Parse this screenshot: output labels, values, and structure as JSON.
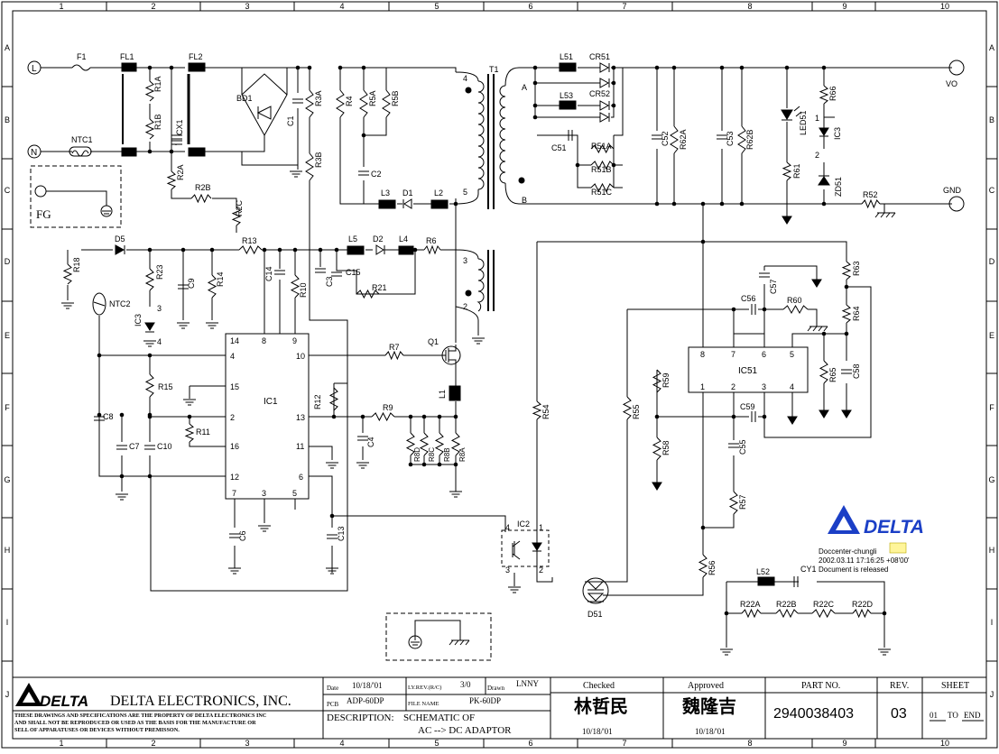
{
  "border": {
    "columns": [
      "1",
      "2",
      "3",
      "4",
      "5",
      "6",
      "7",
      "8",
      "9",
      "10"
    ],
    "rows": [
      "A",
      "B",
      "C",
      "D",
      "E",
      "F",
      "G",
      "H",
      "I",
      "J"
    ]
  },
  "components": [
    {
      "id": "l-terminal",
      "text": "L"
    },
    {
      "id": "n-terminal",
      "text": "N"
    },
    {
      "id": "fg-label",
      "text": "FG"
    },
    {
      "id": "f1",
      "text": "F1"
    },
    {
      "id": "fl1",
      "text": "FL1"
    },
    {
      "id": "fl2",
      "text": "FL2"
    },
    {
      "id": "ntc1",
      "text": "NTC1"
    },
    {
      "id": "r1a",
      "text": "R1A"
    },
    {
      "id": "r1b",
      "text": "R1B"
    },
    {
      "id": "cx1",
      "text": "CX1"
    },
    {
      "id": "bd1",
      "text": "BD1"
    },
    {
      "id": "r2a",
      "text": "R2A"
    },
    {
      "id": "r2b",
      "text": "R2B"
    },
    {
      "id": "r2c",
      "text": "R2C"
    },
    {
      "id": "c1",
      "text": "C1"
    },
    {
      "id": "r3a",
      "text": "R3A"
    },
    {
      "id": "r3b",
      "text": "R3B"
    },
    {
      "id": "r4",
      "text": "R4"
    },
    {
      "id": "r5a",
      "text": "R5A"
    },
    {
      "id": "r5b",
      "text": "R5B"
    },
    {
      "id": "c2",
      "text": "C2"
    },
    {
      "id": "l3",
      "text": "L3"
    },
    {
      "id": "d1",
      "text": "D1"
    },
    {
      "id": "l2",
      "text": "L2"
    },
    {
      "id": "t1",
      "text": "T1"
    },
    {
      "id": "t1-pin4",
      "text": "4"
    },
    {
      "id": "t1-pin5",
      "text": "5"
    },
    {
      "id": "t1-pin3",
      "text": "3"
    },
    {
      "id": "t1-pin2",
      "text": "2"
    },
    {
      "id": "t1-a",
      "text": "A"
    },
    {
      "id": "t1-b",
      "text": "B"
    },
    {
      "id": "d5",
      "text": "D5"
    },
    {
      "id": "r18",
      "text": "R18"
    },
    {
      "id": "r23",
      "text": "R23"
    },
    {
      "id": "c9",
      "text": "C9"
    },
    {
      "id": "r14",
      "text": "R14"
    },
    {
      "id": "r13",
      "text": "R13"
    },
    {
      "id": "c14",
      "text": "C14"
    },
    {
      "id": "r10",
      "text": "R10"
    },
    {
      "id": "l5",
      "text": "L5"
    },
    {
      "id": "d2",
      "text": "D2"
    },
    {
      "id": "l4",
      "text": "L4"
    },
    {
      "id": "r6",
      "text": "R6"
    },
    {
      "id": "c3",
      "text": "C3"
    },
    {
      "id": "c15",
      "text": "C15"
    },
    {
      "id": "r21",
      "text": "R21"
    },
    {
      "id": "ntc2",
      "text": "NTC2"
    },
    {
      "id": "ic3",
      "text": "IC3"
    },
    {
      "id": "ic3-p3",
      "text": "3"
    },
    {
      "id": "ic3-p4",
      "text": "4"
    },
    {
      "id": "r15",
      "text": "R15"
    },
    {
      "id": "c8",
      "text": "C8"
    },
    {
      "id": "r11",
      "text": "R11"
    },
    {
      "id": "c7",
      "text": "C7"
    },
    {
      "id": "c10",
      "text": "C10"
    },
    {
      "id": "ic1",
      "text": "IC1"
    },
    {
      "id": "ic1-p14",
      "text": "14"
    },
    {
      "id": "ic1-p8",
      "text": "8"
    },
    {
      "id": "ic1-p9",
      "text": "9"
    },
    {
      "id": "ic1-p4",
      "text": "4"
    },
    {
      "id": "ic1-p10",
      "text": "10"
    },
    {
      "id": "ic1-p15",
      "text": "15"
    },
    {
      "id": "ic1-p2",
      "text": "2"
    },
    {
      "id": "ic1-p13",
      "text": "13"
    },
    {
      "id": "ic1-p16",
      "text": "16"
    },
    {
      "id": "ic1-p11",
      "text": "11"
    },
    {
      "id": "ic1-p12",
      "text": "12"
    },
    {
      "id": "ic1-p6",
      "text": "6"
    },
    {
      "id": "ic1-p7",
      "text": "7"
    },
    {
      "id": "ic1-p3",
      "text": "3"
    },
    {
      "id": "ic1-p5",
      "text": "5"
    },
    {
      "id": "c6",
      "text": "C6"
    },
    {
      "id": "c13",
      "text": "C13"
    },
    {
      "id": "r7",
      "text": "R7"
    },
    {
      "id": "q1",
      "text": "Q1"
    },
    {
      "id": "l1",
      "text": "L1"
    },
    {
      "id": "r12",
      "text": "R12"
    },
    {
      "id": "r9",
      "text": "R9"
    },
    {
      "id": "c4",
      "text": "C4"
    },
    {
      "id": "r8d",
      "text": "R8D"
    },
    {
      "id": "r8c",
      "text": "R8C"
    },
    {
      "id": "r8b",
      "text": "R8B"
    },
    {
      "id": "r8a",
      "text": "R8A"
    },
    {
      "id": "l51",
      "text": "L51"
    },
    {
      "id": "cr51",
      "text": "CR51"
    },
    {
      "id": "l53",
      "text": "L53"
    },
    {
      "id": "cr52",
      "text": "CR52"
    },
    {
      "id": "c51",
      "text": "C51"
    },
    {
      "id": "r51a",
      "text": "R51A"
    },
    {
      "id": "r51b",
      "text": "R51B"
    },
    {
      "id": "r51c",
      "text": "R51C"
    },
    {
      "id": "c52",
      "text": "C52"
    },
    {
      "id": "r62a",
      "text": "R62A"
    },
    {
      "id": "c53",
      "text": "C53"
    },
    {
      "id": "r62b",
      "text": "R62B"
    },
    {
      "id": "led51",
      "text": "LED51"
    },
    {
      "id": "r61",
      "text": "R61"
    },
    {
      "id": "r66",
      "text": "R66"
    },
    {
      "id": "ic3b",
      "text": "IC3"
    },
    {
      "id": "ic3b-p1",
      "text": "1"
    },
    {
      "id": "ic3b-p2",
      "text": "2"
    },
    {
      "id": "zd51",
      "text": "ZD51"
    },
    {
      "id": "r52",
      "text": "R52"
    },
    {
      "id": "vo",
      "text": "VO"
    },
    {
      "id": "gnd",
      "text": "GND"
    },
    {
      "id": "r63",
      "text": "R63"
    },
    {
      "id": "r64",
      "text": "R64"
    },
    {
      "id": "c56",
      "text": "C56"
    },
    {
      "id": "c57",
      "text": "C57"
    },
    {
      "id": "r60",
      "text": "R60"
    },
    {
      "id": "ic51",
      "text": "IC51"
    },
    {
      "id": "ic51-p8",
      "text": "8"
    },
    {
      "id": "ic51-p7",
      "text": "7"
    },
    {
      "id": "ic51-p6",
      "text": "6"
    },
    {
      "id": "ic51-p5",
      "text": "5"
    },
    {
      "id": "ic51-p1",
      "text": "1"
    },
    {
      "id": "ic51-p2",
      "text": "2"
    },
    {
      "id": "ic51-p3",
      "text": "3"
    },
    {
      "id": "ic51-p4",
      "text": "4"
    },
    {
      "id": "r65",
      "text": "R65"
    },
    {
      "id": "c58",
      "text": "C58"
    },
    {
      "id": "r59",
      "text": "R59"
    },
    {
      "id": "c59",
      "text": "C59"
    },
    {
      "id": "r58",
      "text": "R58"
    },
    {
      "id": "c55",
      "text": "C55"
    },
    {
      "id": "r57",
      "text": "R57"
    },
    {
      "id": "r54",
      "text": "R54"
    },
    {
      "id": "r55",
      "text": "R55"
    },
    {
      "id": "r56",
      "text": "R56"
    },
    {
      "id": "ic2",
      "text": "IC2"
    },
    {
      "id": "ic2-p4",
      "text": "4"
    },
    {
      "id": "ic2-p1",
      "text": "1"
    },
    {
      "id": "ic2-p3",
      "text": "3"
    },
    {
      "id": "ic2-p2",
      "text": "2"
    },
    {
      "id": "d51",
      "text": "D51"
    },
    {
      "id": "l52",
      "text": "L52"
    },
    {
      "id": "cy1",
      "text": "CY1"
    },
    {
      "id": "r22a",
      "text": "R22A"
    },
    {
      "id": "r22b",
      "text": "R22B"
    },
    {
      "id": "r22c",
      "text": "R22C"
    },
    {
      "id": "r22d",
      "text": "R22D"
    }
  ],
  "logo": {
    "brand": "DELTA"
  },
  "stamp": {
    "by": "Doccenter-chungli",
    "timestamp": "2002.03.11 17:16:25 +08'00'",
    "status": "Document is released"
  },
  "title_block": {
    "company": "DELTA ELECTRONICS, INC.",
    "notice_lines": [
      "THESE DRAWINGS AND SPECIFICATIONS ARE THE PROPERTY OF DELTA ELECTRONICS INC",
      "AND SHALL NOT BE REPRODUCED OR USED AS THE BASIS FOR THE MANUFACTURE OR",
      "SELL OF APPARATUSES OR DEVICES WITHOUT PREMISSON."
    ],
    "date_label": "Date",
    "date": "10/18/'01",
    "ly_rev_label": "LY.REV.(R/C)",
    "ly_rev": "3/0",
    "drawn_label": "Drawn",
    "drawn": "LNNY",
    "pcb_label": "PCB",
    "pcb": "ADP-60DP",
    "file_name_label": "FILE NAME",
    "file_name": "PK-60DP",
    "description_label": "DESCRIPTION:",
    "description_1": "SCHEMATIC OF",
    "description_2": "AC --> DC  ADAPTOR",
    "checked_label": "Checked",
    "checked_by": "林哲民",
    "checked_date": "10/18/'01",
    "approved_label": "Approved",
    "approved_by": "魏隆吉",
    "approved_date": "10/18/'01",
    "part_no_label": "PART NO.",
    "part_no": "2940038403",
    "rev_label": "REV.",
    "rev": "03",
    "sheet_label": "SHEET",
    "sheet_from": "01",
    "sheet_to_label": "TO",
    "sheet_to": "END"
  }
}
